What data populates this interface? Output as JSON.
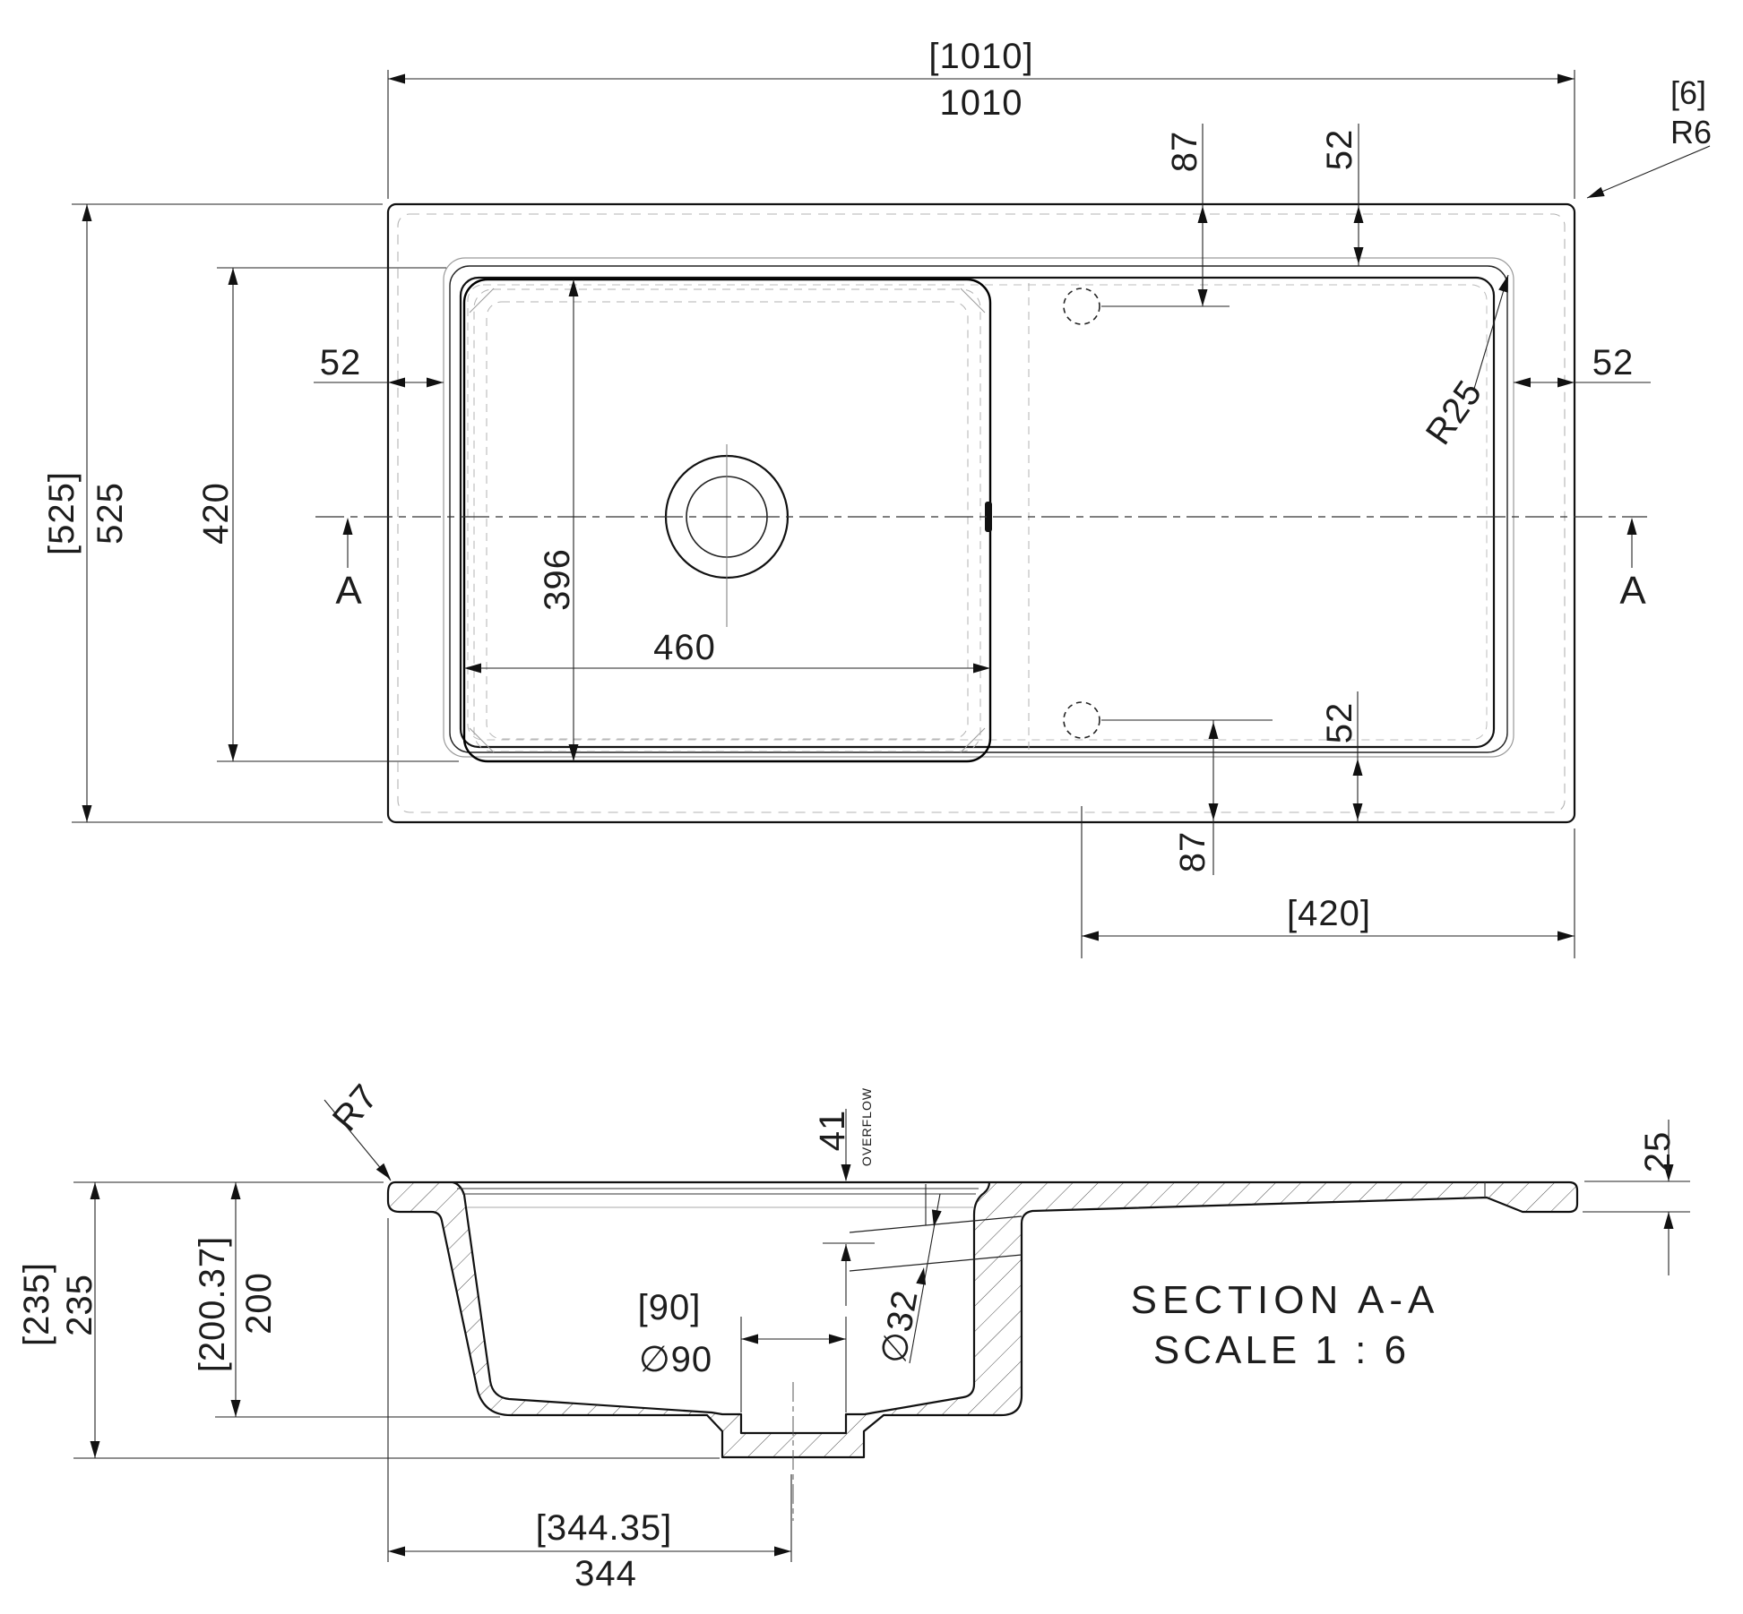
{
  "top_view": {
    "overall_width_ref": "[1010]",
    "overall_width": "1010",
    "thickness_ref": "[6]",
    "edge_radius": "R6",
    "tap_hole_offset_top": "87",
    "recess_inset_top": "52",
    "depth_ref": "[525]",
    "depth": "525",
    "bowl_length": "420",
    "bowl_inner_length": "396",
    "bowl_width": "460",
    "recess_inset_left": "52",
    "recess_inset_right": "52",
    "corner_radius": "R25",
    "section_marker_left": "A",
    "section_marker_right": "A",
    "recess_inset_bottom": "52",
    "tap_hole_offset_bottom": "87",
    "tap_hole_to_edge_ref": "[420]"
  },
  "section_view": {
    "rim_radius": "R7",
    "overflow_distance": "41",
    "overflow_label": "OVERFLOW",
    "drainer_thickness": "25",
    "overall_height_ref": "[235]",
    "overall_height": "235",
    "bowl_depth_ref": "[200.37]",
    "bowl_depth": "200",
    "drain_recess_ref": "[90]",
    "drain_recess_dia": "∅90",
    "overflow_dia": "∅32",
    "title": "SECTION A-A",
    "scale": "SCALE 1 : 6",
    "drain_position_ref": "[344.35]",
    "drain_position": "344"
  }
}
